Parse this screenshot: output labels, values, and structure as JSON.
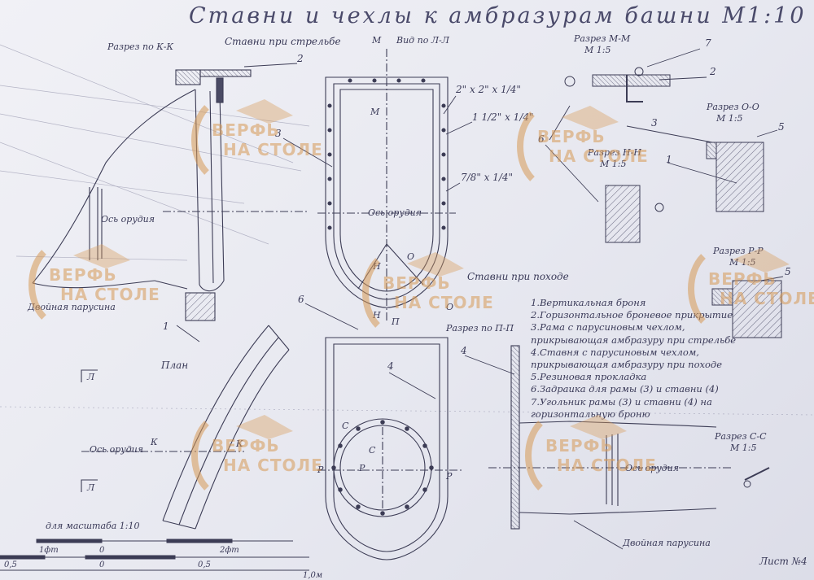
{
  "title": "Ставни и чехлы к амбразурам башни М1:10",
  "labels": {
    "section_kk": "Разрез по К-К",
    "shutters_firing": "Ставни при стрельбе",
    "m_letter": "М",
    "view_ll": "Вид по Л-Л",
    "section_mm": "Разрез М-М",
    "section_mm_scale": "М 1:5",
    "section_oo": "Разрез О-О",
    "section_oo_scale": "М 1:5",
    "section_nn": "Разрез Н-Н",
    "section_nn_scale": "М 1:5",
    "section_rr": "Разрез Р-Р",
    "section_rr_scale": "М 1:5",
    "section_pp": "Разрез по П-П",
    "section_ss": "Разрез С-С",
    "section_ss_scale": "М 1:5",
    "gun_axis_left": "Ось орудия",
    "gun_axis_center": "Ось орудия",
    "gun_axis_plan": "Ось орудия",
    "gun_axis_right": "Ось орудия",
    "double_canvas_left": "Двойная парусина",
    "double_canvas_right": "Двойная парусина",
    "shutters_march": "Ставни при походе",
    "plan": "План",
    "dim1": "2\" x 2\" x 1/4\"",
    "dim2": "1 1/2\" x 1/4\"",
    "dim3": "7/8\" x 1/4\"",
    "for_scale": "для масштаба 1:10",
    "sheet": "Лист №4",
    "letter_m2": "М",
    "letter_n": "Н",
    "letter_o": "О",
    "letter_n2": "Н",
    "letter_p": "П",
    "letter_o2": "О",
    "letter_s": "С",
    "letter_s2": "С",
    "letter_r": "Р",
    "letter_r2": "Р",
    "letter_r3": "Р",
    "letter_k": "К",
    "letter_k2": "К",
    "letter_l": "Л",
    "letter_l2": "Л"
  },
  "callouts": {
    "c1a": "1",
    "c1b": "1",
    "c2a": "2",
    "c2b": "2",
    "c3a": "3",
    "c3b": "3",
    "c4": "4",
    "c5a": "5",
    "c5b": "5",
    "c6a": "6",
    "c6b": "6",
    "c7": "7"
  },
  "legend": [
    "1.Вертикальная броня",
    "2.Горизонтальное броневое прикрытие",
    "3.Рама с парусиновым чехлом,",
    "прикрывающая амбразуру при стрельбе",
    "4.Ставня с парусиновым чехлом,",
    "прикрывающая амбразуру при походе",
    "5.Резиновая прокладка",
    "6.Задраика для рамы (3) и ставни (4)",
    "7.Угольник рамы (3) и ставни (4) на",
    "горизонтальную броню"
  ],
  "scale_bar": {
    "top_ticks": [
      "1фт",
      "0",
      "2фт"
    ],
    "bottom_ticks": [
      "0,5",
      "0",
      "0,5",
      "1,0м"
    ]
  },
  "watermark": {
    "line1": "ВЕРФЬ",
    "line2": "НА СТОЛЕ"
  },
  "colors": {
    "ink": "#3c3c55",
    "hatch": "#7a7a90",
    "watermark": "#d79a56",
    "paper": "#eceef4"
  }
}
